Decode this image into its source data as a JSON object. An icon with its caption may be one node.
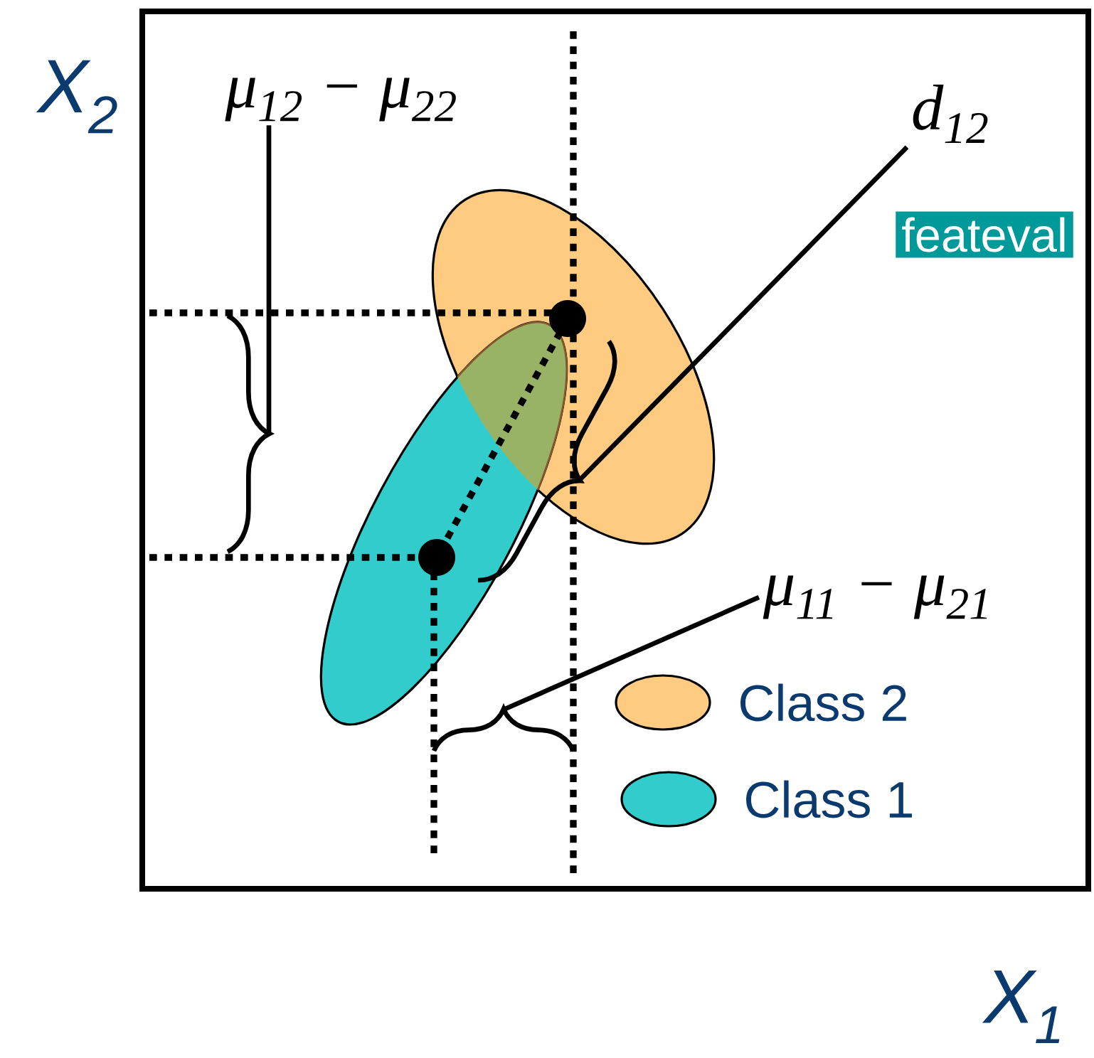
{
  "diagram": {
    "nodes": [
      {
        "text": [
          "μ$_{12}$ − μ$_{22}$"
        ]
      },
      {
        "text": [
          "d$_{12}$"
        ]
      },
      {
        "text": [
          "μ$_{11}$ − μ$_{21}$"
        ]
      },
      {
        "text": [],
        "shape": "brace"
      },
      {
        "text": [],
        "shape": "brace"
      },
      {
        "text": [],
        "shape": "brace"
      }
    ],
    "edges": [
      {
        "from": 0,
        "to": 3,
        "arrow": "none"
      },
      {
        "from": 1,
        "to": 4,
        "arrow": "none"
      },
      {
        "from": 2,
        "to": 5,
        "arrow": "none"
      }
    ],
    "labels": [
      "X$_{2}$",
      "X$_{1}$",
      "feateval"
    ],
    "legend": [
      {
        "text": "Class 2",
        "color": "#fecb80"
      },
      {
        "text": "Class 1",
        "color": "#33cccc"
      }
    ]
  }
}
